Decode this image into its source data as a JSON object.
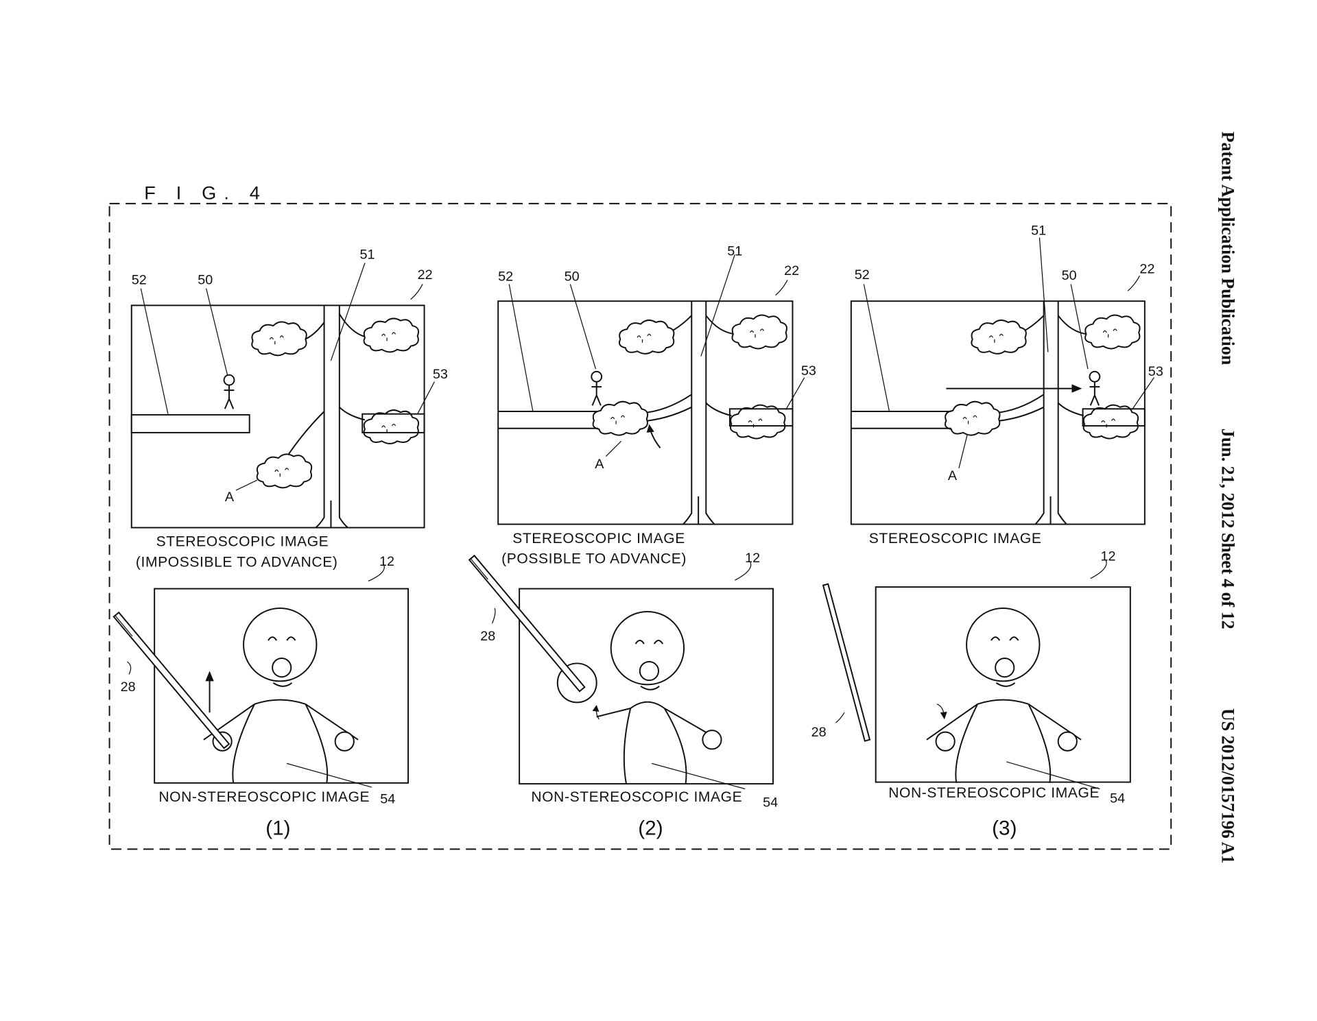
{
  "header": {
    "publication": "Patent Application Publication",
    "date_sheet": "Jun. 21, 2012  Sheet 4 of 12",
    "number": "US 2012/0157196 A1"
  },
  "figure": {
    "title": "F I G. 4",
    "panels": [
      {
        "index": "(1)",
        "top_caption_1": "STEREOSCOPIC IMAGE",
        "top_caption_2": "(IMPOSSIBLE TO ADVANCE)",
        "bottom_caption": "NON-STEREOSCOPIC IMAGE",
        "refs": {
          "r52": "52",
          "r50": "50",
          "r51": "51",
          "r22": "22",
          "r53": "53",
          "rA": "A",
          "r12": "12",
          "r28": "28",
          "r54": "54"
        }
      },
      {
        "index": "(2)",
        "top_caption_1": "STEREOSCOPIC IMAGE",
        "top_caption_2": "(POSSIBLE TO ADVANCE)",
        "bottom_caption": "NON-STEREOSCOPIC IMAGE",
        "refs": {
          "r52": "52",
          "r50": "50",
          "r51": "51",
          "r22": "22",
          "r53": "53",
          "rA": "A",
          "r12": "12",
          "r28": "28",
          "r54": "54"
        }
      },
      {
        "index": "(3)",
        "top_caption_1": "STEREOSCOPIC IMAGE",
        "bottom_caption": "NON-STEREOSCOPIC IMAGE",
        "refs": {
          "r52": "52",
          "r50": "50",
          "r51": "51",
          "r22": "22",
          "r53": "53",
          "rA": "A",
          "r12": "12",
          "r28": "28",
          "r54": "54"
        }
      }
    ]
  }
}
